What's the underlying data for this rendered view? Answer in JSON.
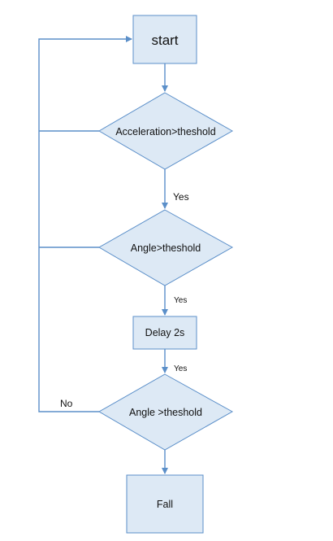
{
  "flowchart": {
    "nodes": {
      "start": "start",
      "acceleration_check": "Acceleration>theshold",
      "angle_check_1": "Angle>theshold",
      "delay": "Delay 2s",
      "angle_check_2": "Angle >theshold",
      "fall": "Fall"
    },
    "edge_labels": {
      "yes_1": "Yes",
      "yes_2": "Yes",
      "yes_3": "Yes",
      "no": "No"
    }
  },
  "colors": {
    "shape_fill": "#dde9f5",
    "shape_stroke": "#5b8fc9",
    "connector": "#5b8fc9"
  }
}
